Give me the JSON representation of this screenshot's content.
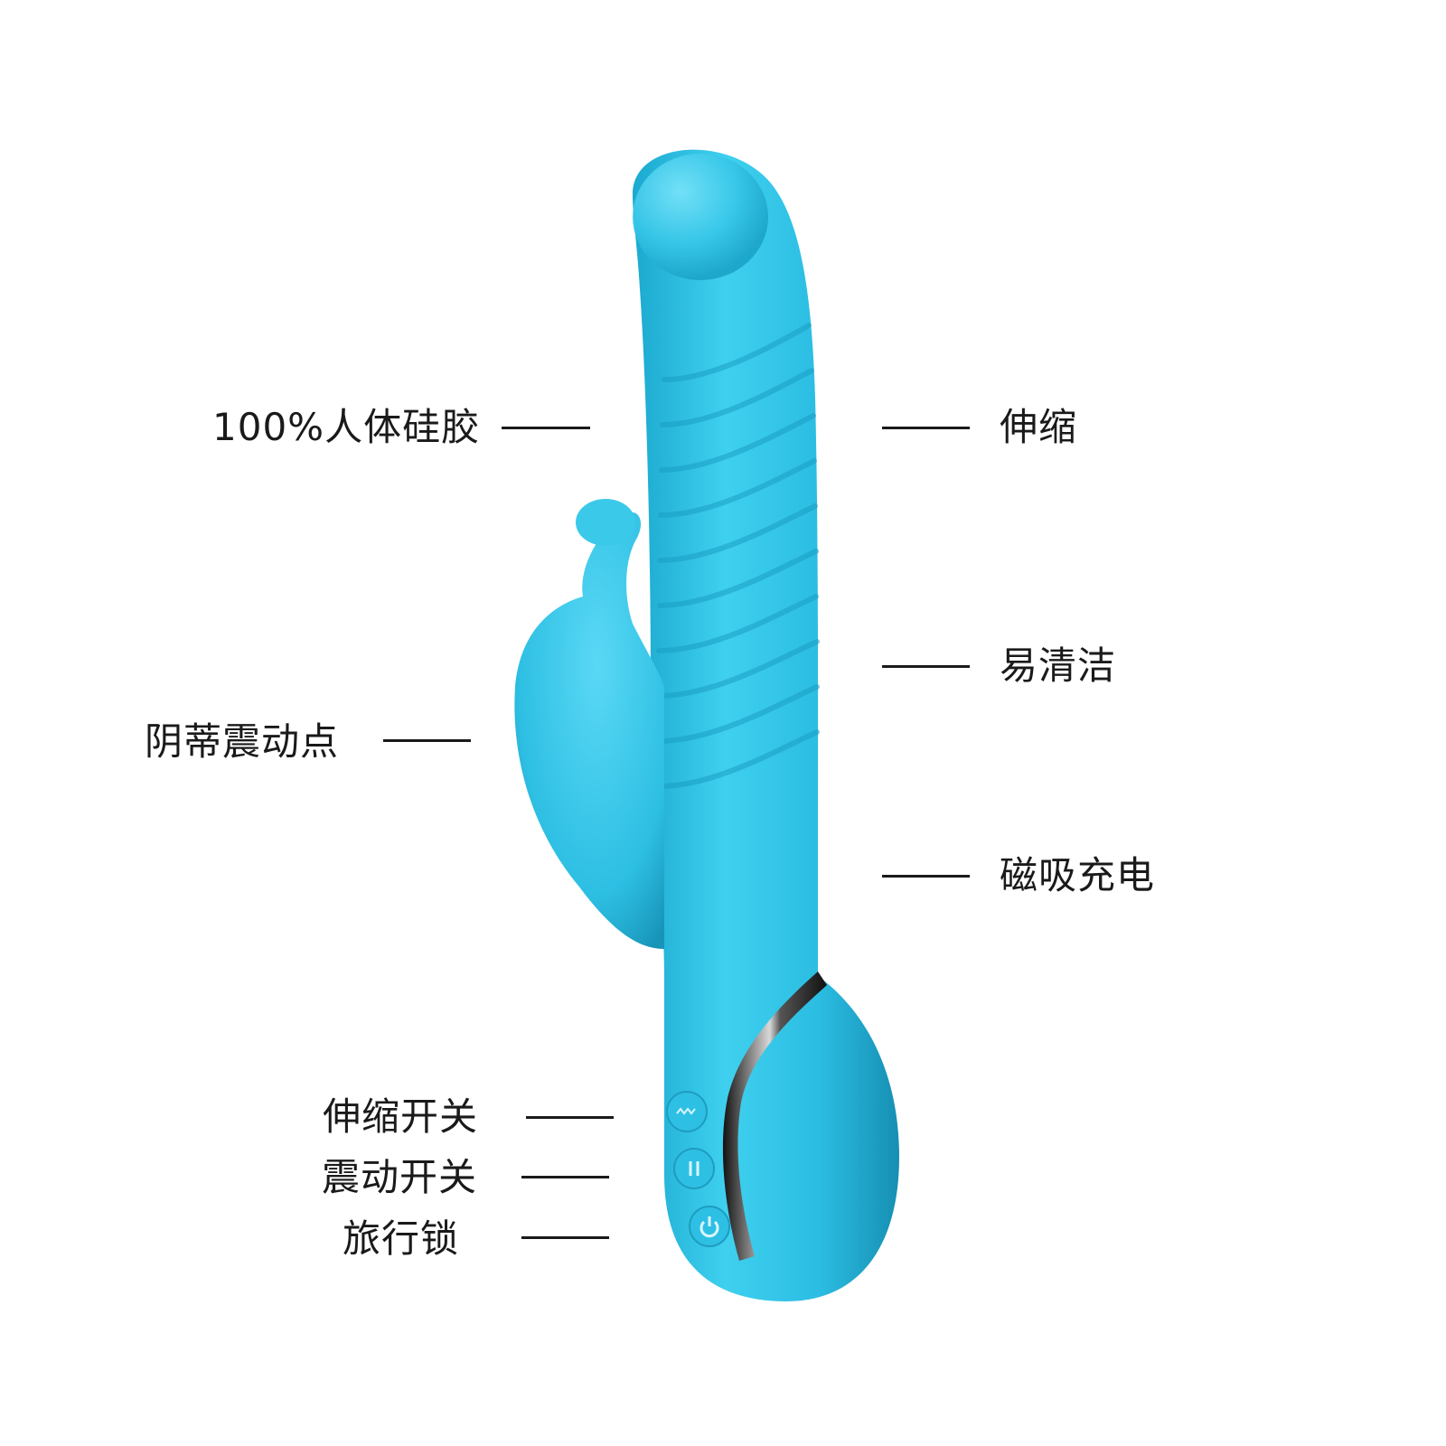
{
  "colors": {
    "product_body": "#32c4e6",
    "product_highlight": "#6fdcf5",
    "product_shadow": "#1597bb",
    "trim_chrome": "#2b2b2b",
    "text": "#1a1a1a",
    "background": "#ffffff"
  },
  "callouts": {
    "material": "100%人体硅胶",
    "clitoral": "阴蒂震动点",
    "thrust_button": "伸缩开关",
    "vibration_button": "震动开关",
    "travel_lock": "旅行锁",
    "telescopic": "伸缩",
    "easy_clean": "易清洁",
    "magnetic_charge": "磁吸充电"
  },
  "button_icons": [
    "wave-icon",
    "pause-icon",
    "power-icon"
  ]
}
